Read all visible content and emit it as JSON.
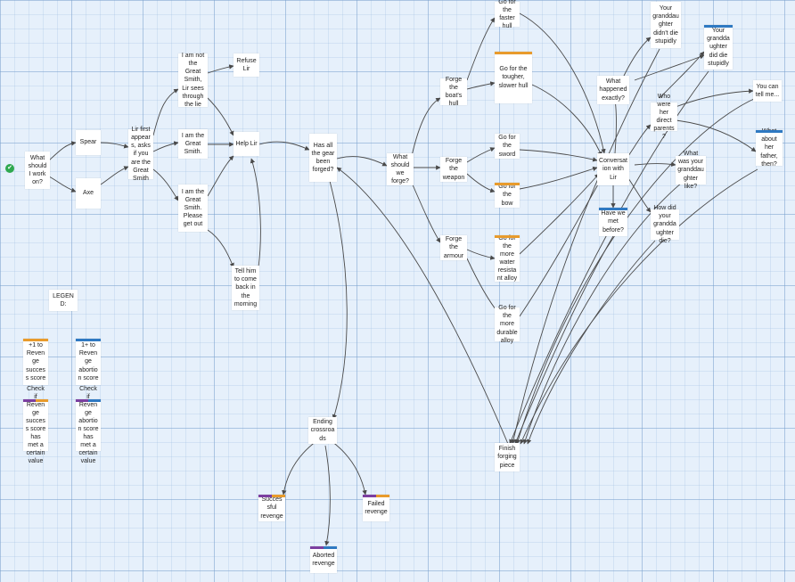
{
  "start_icon_name": "check-circle-icon",
  "colors": {
    "orange": "#e89b2c",
    "blue": "#2f79c2",
    "purple": "#7b3fa0"
  },
  "nodes": {
    "what_work": "What should I work on?",
    "spear": "Spear",
    "axe": "Axe",
    "lir_appears": "Lir first appears, asks if you are the Great Smith",
    "not_smith": "I am not the Great Smith, Lir sees through the lie",
    "refuse_lir": "Refuse Lir",
    "am_smith": "I am the Great Smith.",
    "am_smith_out": "I am the Great Smith. Please get out",
    "help_lir": "Help Lir",
    "tell_morning": "Tell him to come back in the morning",
    "gear_forged": "Has all the gear been forged?",
    "what_forge": "What should we forge?",
    "forge_hull": "Forge the boat's hull",
    "forge_weapon": "Forge the weapon",
    "forge_armour": "Forge the armour",
    "faster_hull": "Go for the faster hull",
    "tougher_hull": "Go for the tougher, slower hull",
    "sword": "Go for the sword",
    "bow": "Go for the bow",
    "water_alloy": "Go for the more water resistant alloy",
    "durable_alloy": "Go for the more durable alloy",
    "finish_forging": "Finish forging piece",
    "conversation": "Conversation with Lir",
    "what_happened": "What happened exactly?",
    "didnt_die": "Your granddaughter didn't die stupidly",
    "did_die": "Your granddaughter did die stupidly",
    "direct_parents": "Who were her direct parents?",
    "tell_me": "You can tell me...",
    "her_father": "What about her father, then?",
    "granddaughter_like": "What was your granddaughter like?",
    "met_before": "Have we met before?",
    "how_die": "How did your granddaughter die?",
    "ending": "Ending crossroads",
    "successful": "Successful revenge",
    "failed": "Failed revenge",
    "aborted": "Aborted revenge"
  },
  "legend": {
    "title": "LEGEND:",
    "plus_revenge": "+1 to Revenge success score",
    "plus_abortion": "1+ to Revenge abortion score",
    "check_revenge": "Check if Revenge success score has met a certain value",
    "check_abortion": "Check if Revenge abortion score has met a certain value"
  }
}
